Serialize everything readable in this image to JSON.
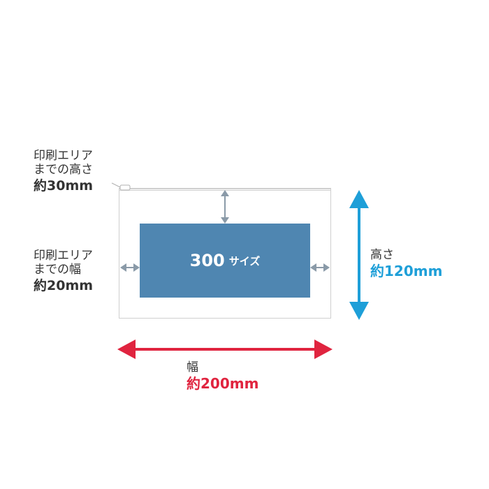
{
  "labels": {
    "top_margin": {
      "line1": "印刷エリア",
      "line2": "までの高さ",
      "value": "約30mm"
    },
    "side_margin": {
      "line1": "印刷エリア",
      "line2": "までの幅",
      "value": "約20mm"
    },
    "height": {
      "title": "高さ",
      "value": "約120mm"
    },
    "width": {
      "title": "幅",
      "value": "約200mm"
    }
  },
  "print_area": {
    "size_number": "300",
    "size_unit": "サイズ"
  },
  "colors": {
    "print_area": "#4f86b1",
    "height_accent": "#1e9fd8",
    "width_accent": "#e0243f",
    "margin_arrow": "#8a9aa8",
    "outline": "#cfcfcf"
  },
  "icons": [
    "zipper-pull-icon",
    "double-arrow-icon"
  ]
}
